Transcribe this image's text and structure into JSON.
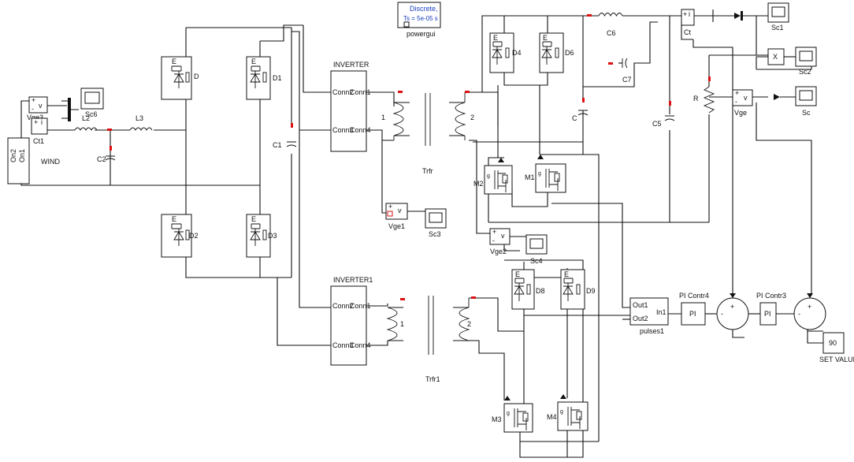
{
  "powergui": {
    "line1": "Discrete,",
    "line2": "Ts = 5e-05 s",
    "label": "powergui"
  },
  "labels": {
    "wind_in1": "On1",
    "wind_in2": "On2",
    "wind": "WIND",
    "vge3": "Vge3",
    "ct1": "Ct1",
    "sc6": "Sc6",
    "l2": "L2",
    "l3": "L3",
    "c2": "C2",
    "c1": "C1",
    "d": "D",
    "d1": "D1",
    "d2": "D2",
    "d3": "D3",
    "inverter": "INVERTER",
    "inverter1": "INVERTER1",
    "conn2": "Conn2",
    "conn1": "Conn1",
    "conn3": "Conn3",
    "conn4": "Conn4",
    "w1": "1",
    "w2": "2",
    "trfr": "Trfr",
    "trfr1": "Trfr1",
    "vge1": "Vge1",
    "sc3": "Sc3",
    "d4": "D4",
    "d6": "D6",
    "c6": "C6",
    "c7": "C7",
    "c": "C",
    "c5": "C5",
    "r": "R",
    "ct": "Ct",
    "vge": "Vge",
    "sc1": "Sc1",
    "sc2": "Sc2",
    "sc": "Sc",
    "mul": "X",
    "m2": "M2",
    "m1": "M1",
    "vge2": "Vge2",
    "sc4": "Sc4",
    "d8": "D8",
    "d9": "D9",
    "m3": "M3",
    "m4": "M4",
    "out1": "Out1",
    "out2": "Out2",
    "in1": "In1",
    "pulses1": "pulses1",
    "pi_contr4": "PI Contr4",
    "pi_contr3": "PI Contr3",
    "pi": "PI",
    "set_value_num": "90",
    "set_value": "SET VALUE",
    "plus": "+",
    "minus": "-",
    "i": "i",
    "v": "v",
    "e": "E"
  },
  "colors": {
    "powergui_text": "#1a3fbf",
    "port_marker": "#d11111"
  }
}
